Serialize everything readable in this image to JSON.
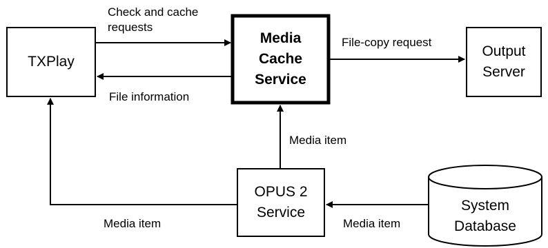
{
  "nodes": {
    "txplay": "TXPlay",
    "media_cache_service": "Media\nCache\nService",
    "output_server": "Output\nServer",
    "opus2_service": "OPUS 2\nService",
    "system_database": "System\nDatabase"
  },
  "edges": {
    "check_and_cache": "Check and cache\nrequests",
    "file_information": "File information",
    "file_copy_request": "File-copy request",
    "media_item_to_cache": "Media item",
    "media_item_to_txplay": "Media item",
    "media_item_from_db": "Media item"
  }
}
